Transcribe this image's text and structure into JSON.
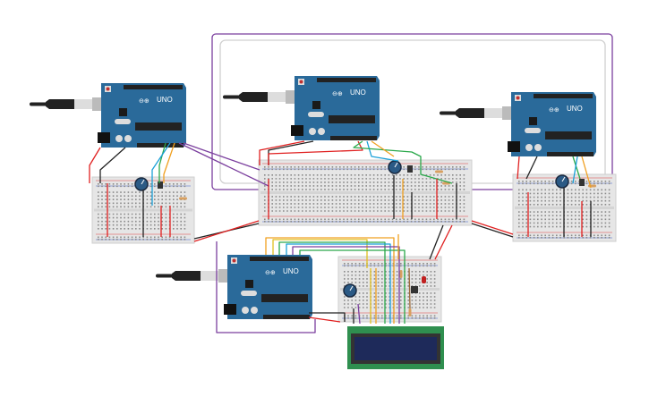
{
  "diagram": {
    "boards": [
      {
        "id": "arduino-1",
        "label": "UNO"
      },
      {
        "id": "arduino-2",
        "label": "UNO"
      },
      {
        "id": "arduino-3",
        "label": "UNO"
      },
      {
        "id": "arduino-4",
        "label": "UNO"
      }
    ],
    "colors": {
      "board": "#2a6a9a",
      "breadboard": "#e6e6e6",
      "lcd_pcb": "#2f8f4f",
      "lcd_screen": "#1e2a5a",
      "wire_purple": "#7b3f9e",
      "wire_red": "#e02020",
      "wire_black": "#222222",
      "wire_green": "#2aa84a",
      "wire_orange": "#f0a020",
      "wire_blue": "#1aa0d8",
      "wire_yellow": "#e0c020",
      "wire_brown": "#9a6a3a",
      "wire_gray": "#bbbbbb"
    }
  }
}
